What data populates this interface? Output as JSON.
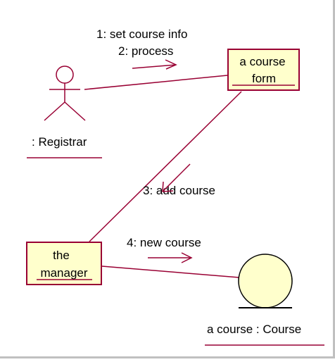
{
  "diagram": {
    "actor": {
      "label": ": Registrar"
    },
    "objects": {
      "form": {
        "line1": "a course",
        "line2": "form"
      },
      "manager": {
        "line1": "the",
        "line2": "manager"
      },
      "course": {
        "label": "a course : Course"
      }
    },
    "messages": {
      "m1": "1: set course info",
      "m2": "2: process",
      "m3": "3: add course",
      "m4": "4: new course"
    },
    "colors": {
      "line": "#990033",
      "box_fill": "#ffffcc",
      "box_border": "#990033",
      "circle_fill": "#ffffcc",
      "text": "#000000"
    }
  }
}
